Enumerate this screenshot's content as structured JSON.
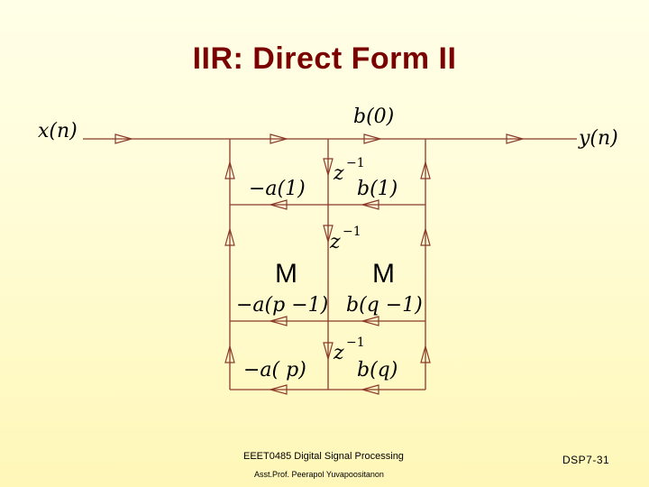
{
  "slide": {
    "title": "IIR: Direct Form II"
  },
  "diagram": {
    "input_label": "x(n)",
    "output_label": "y(n)",
    "b0_label": "b(0)",
    "delay_label": "z",
    "delay_exponent": "−1",
    "neg_a1_label": "−a(1)",
    "b1_label": "b(1)",
    "neg_ap1_label": "−a(p −1)",
    "bq1_label": "b(q −1)",
    "neg_ap_label": "−a( p)",
    "bq_label": "b(q)",
    "ellipsis_left": "M",
    "ellipsis_right": "M"
  },
  "footer": {
    "course": "EEET0485 Digital Signal Processing",
    "author": "Asst.Prof. Peerapol Yuvapoositanon",
    "page": "DSP7-31"
  },
  "colors": {
    "title": "#7a0000",
    "wire": "#8b3a2a"
  }
}
